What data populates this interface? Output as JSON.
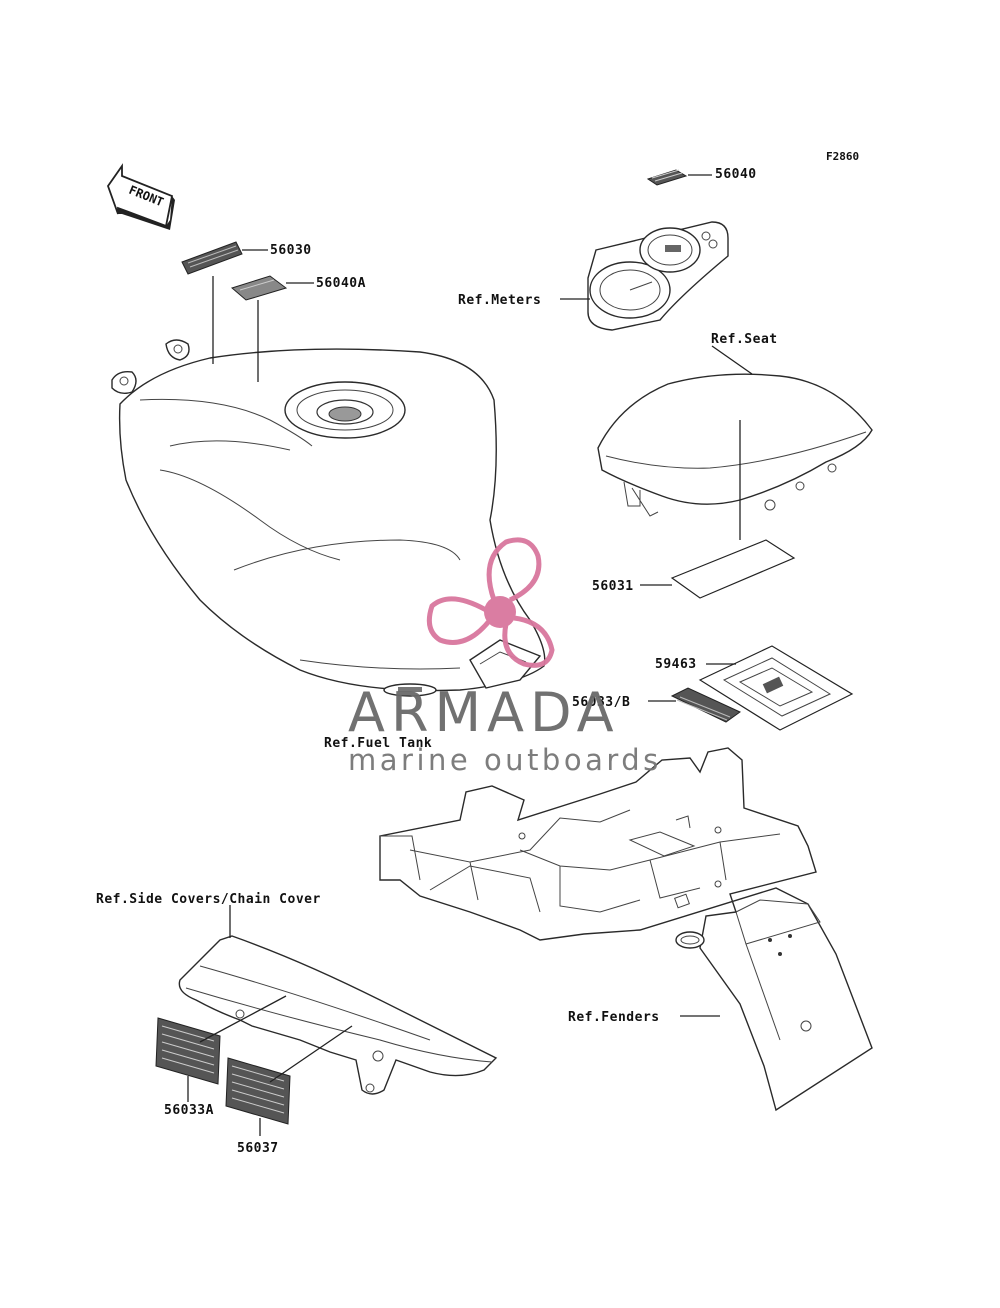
{
  "figure_code": "F2860",
  "front_arrow": {
    "text": "FRONT",
    "icon": "front-arrow-icon"
  },
  "parts": {
    "p56040": "56040",
    "p56030": "56030",
    "p56040A": "56040A",
    "p56031": "56031",
    "p59463": "59463",
    "p56033B": "56033/B",
    "p56033A": "56033A",
    "p56037": "56037"
  },
  "references": {
    "meters": "Ref.Meters",
    "seat": "Ref.Seat",
    "fuel_tank": "Ref.Fuel Tank",
    "side_covers": "Ref.Side Covers/Chain Cover",
    "fenders": "Ref.Fenders"
  },
  "watermark": {
    "brand": "ARMADA",
    "tagline": "marine outboards",
    "logo_icon": "propeller-logo-icon",
    "accent_color": "#d9779e",
    "text_color": "#6a6a6a"
  }
}
